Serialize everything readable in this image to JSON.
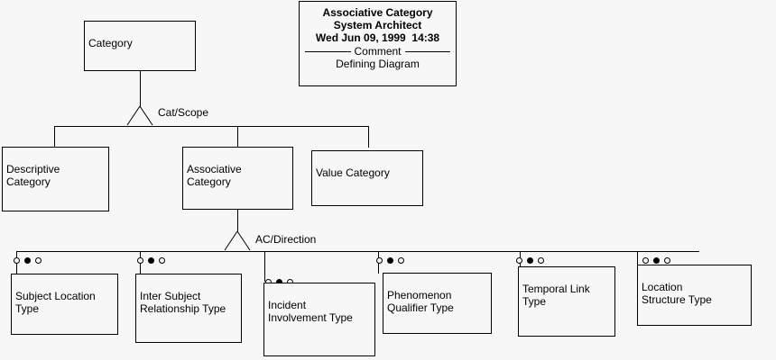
{
  "diagram": {
    "background": "#f7f7f7",
    "line_color": "#000000",
    "title_block": {
      "name": "Associative Category",
      "tool": "System Architect",
      "timestamp": "Wed Jun 09, 1999  14:38",
      "divider_caption": "Comment",
      "comment": "Defining Diagram"
    },
    "nodes": {
      "category": "Category",
      "descriptive_category": "Descriptive\nCategory",
      "associative_category": "Associative\nCategory",
      "value_category": "Value Category",
      "subject_location_type": "Subject Location\nType",
      "inter_subject_relationship_type": "Inter Subject\nRelationship Type",
      "incident_involvement_type": "Incident\nInvolvement Type",
      "phenomenon_qualifier_type": "Phenomenon\nQualifier Type",
      "temporal_link_type": "Temporal Link\nType",
      "location_structure_type": "Location\nStructure Type"
    },
    "edge_labels": {
      "cat_scope": "Cat/Scope",
      "ac_direction": "AC/Direction"
    },
    "markers": {
      "pattern": [
        "hollow",
        "filled",
        "hollow"
      ],
      "icon_names": [
        "circle-hollow-icon",
        "circle-filled-icon",
        "circle-hollow-icon"
      ]
    }
  }
}
